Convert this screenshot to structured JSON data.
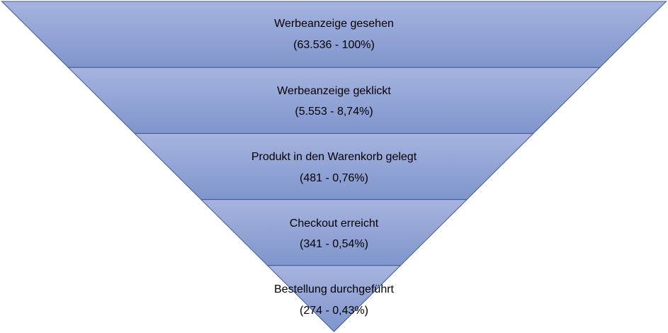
{
  "colors": {
    "fill_top": "#a6b4df",
    "fill_bottom": "#7f95cc",
    "stroke": "#3f5a98"
  },
  "stages": [
    {
      "name": "Werbeanzeige gesehen",
      "value": "(63.536 - 100%)"
    },
    {
      "name": "Werbeanzeige geklickt",
      "value": "(5.553 - 8,74%)"
    },
    {
      "name": "Produkt in den Warenkorb gelegt",
      "value": "(481 - 0,76%)"
    },
    {
      "name": "Checkout erreicht",
      "value": "(341 - 0,54%)"
    },
    {
      "name": "Bestellung durchgeführt",
      "value": "(274 - 0,43%)"
    }
  ]
}
